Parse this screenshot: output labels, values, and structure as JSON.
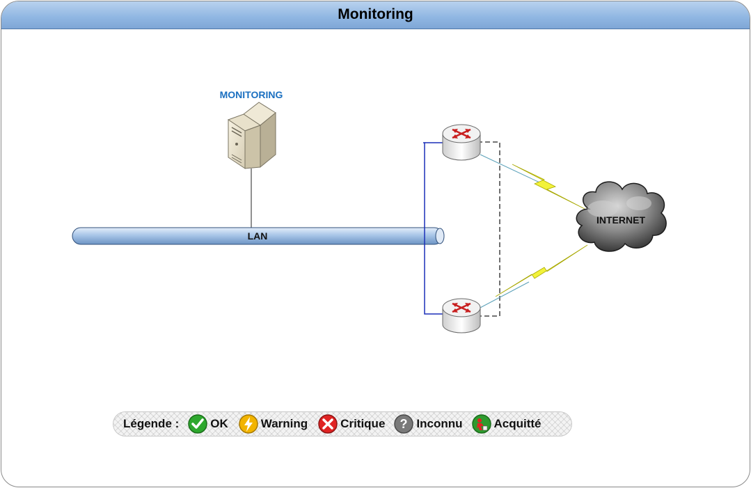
{
  "window": {
    "title": "Monitoring"
  },
  "diagram": {
    "server_label": "MONITORING",
    "lan_label": "LAN",
    "internet_label": "INTERNET"
  },
  "colors": {
    "title_bar": "#8fb6e2",
    "server_label": "#1a6fc0",
    "lan_pipe": "#9bbbe0",
    "router_links": "#1a2fb8",
    "wan_bolt": "#f2f23a"
  },
  "legend": {
    "title": "Légende :",
    "items": [
      {
        "label": "OK",
        "icon": "check-icon",
        "color": "#2ea82e"
      },
      {
        "label": "Warning",
        "icon": "lightning-icon",
        "color": "#f2b400"
      },
      {
        "label": "Critique",
        "icon": "cross-icon",
        "color": "#e02424"
      },
      {
        "label": "Inconnu",
        "icon": "question-icon",
        "color": "#7a7a7a"
      },
      {
        "label": "Acquitté",
        "icon": "acknowledged-icon",
        "color": "#2e9a2e"
      }
    ]
  }
}
